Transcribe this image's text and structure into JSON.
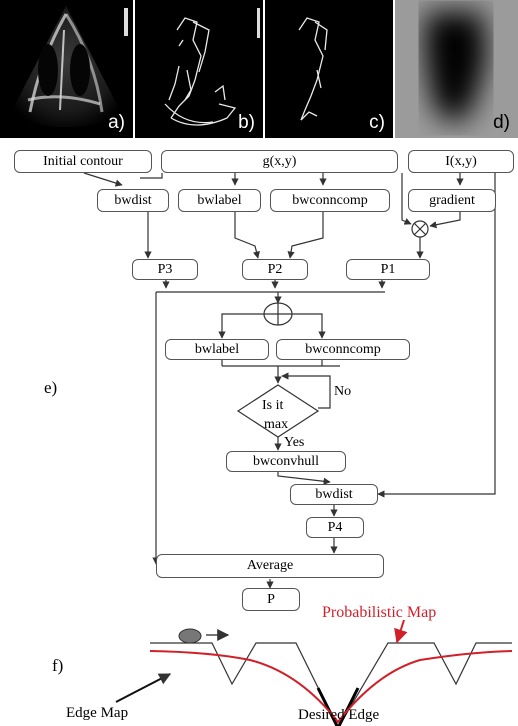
{
  "panels": [
    {
      "label": "a)"
    },
    {
      "label": "b)"
    },
    {
      "label": "c)"
    },
    {
      "label": "d)"
    }
  ],
  "flow": {
    "initial_contour": "Initial contour",
    "gxy": "g(x,y)",
    "ixy": "I(x,y)",
    "bwdist_top": "bwdist",
    "bwlabel_top": "bwlabel",
    "bwconncomp_top": "bwconncomp",
    "gradient": "gradient",
    "p3": "P3",
    "p2": "P2",
    "p1": "P1",
    "bwlabel_mid": "bwlabel",
    "bwconncomp_mid": "bwconncomp",
    "decision_line1": "Is it",
    "decision_line2": "max",
    "no": "No",
    "yes": "Yes",
    "bwconvhull": "bwconvhull",
    "bwdist_low": "bwdist",
    "p4": "P4",
    "average": "Average",
    "p": "P",
    "panel_label": "e)"
  },
  "bottom": {
    "panel_label": "f)",
    "probabilistic_map": "Probabilistic  Map",
    "edge_map": "Edge Map",
    "desired_edge": "Desired Edge"
  },
  "colors": {
    "accent_red": "#d0202a",
    "box_border": "#555555"
  }
}
